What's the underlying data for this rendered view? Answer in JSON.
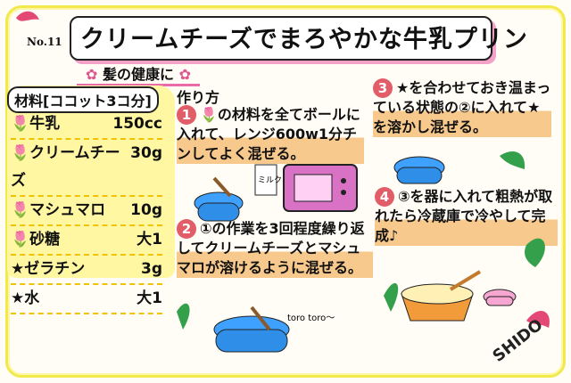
{
  "recipe": {
    "issue": "No.11",
    "title": "クリームチーズでまろやかな牛乳プリン",
    "subtitle": "髪の健康に",
    "ingredients_title": "材料[ココット3コ分]",
    "method_title": "作り方",
    "ingredients": [
      {
        "name": "牛乳",
        "amount": "150cc"
      },
      {
        "name": "クリームチーズ",
        "amount": "30g"
      },
      {
        "name": "マシュマロ",
        "amount": "10g"
      },
      {
        "name": "砂糖",
        "amount": "大1"
      },
      {
        "name": "ゼラチン",
        "amount": "3g"
      },
      {
        "name": "水",
        "amount": "大1"
      }
    ],
    "steps": [
      {
        "num": "1",
        "text": "の材料を全てボールに入れて、レンジ600w1分チンしてよく混ぜる。"
      },
      {
        "num": "2",
        "text": "①の作業を3回程度繰り返してクリームチーズとマシュマロが溶けるように混ぜる。"
      },
      {
        "num": "3",
        "text": "★を合わせておき温まっている状態の②に入れて★を溶かし混ぜる。"
      },
      {
        "num": "4",
        "text": "③を器に入れて粗熱が取れたら冷蔵庫で冷やして完成♪"
      }
    ],
    "sound": "toro toro〜",
    "milk_label": "ミルク",
    "signature": "SHIDO"
  }
}
